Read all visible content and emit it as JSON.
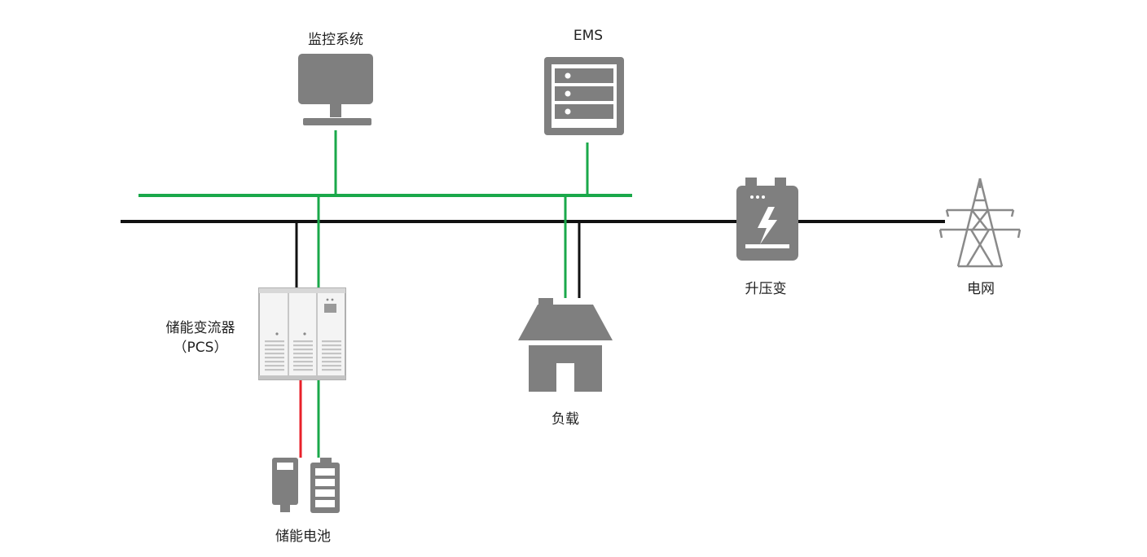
{
  "colors": {
    "bus_power": "#111111",
    "bus_comm": "#1aa84a",
    "dc_positive": "#e8202a",
    "icon_gray": "#7f7f7f"
  },
  "nodes": {
    "monitoring": {
      "label": "监控系统",
      "icon": "monitor-icon"
    },
    "ems": {
      "label": "EMS",
      "icon": "server-rack-icon"
    },
    "pcs": {
      "label_line1": "储能变流器",
      "label_line2": "（PCS）",
      "icon": "inverter-cabinet-icon"
    },
    "battery": {
      "label": "储能电池",
      "icon": "battery-icon"
    },
    "load": {
      "label": "负载",
      "icon": "house-icon"
    },
    "transformer": {
      "label": "升压变",
      "icon": "transformer-icon"
    },
    "grid": {
      "label": "电网",
      "icon": "transmission-tower-icon"
    }
  }
}
